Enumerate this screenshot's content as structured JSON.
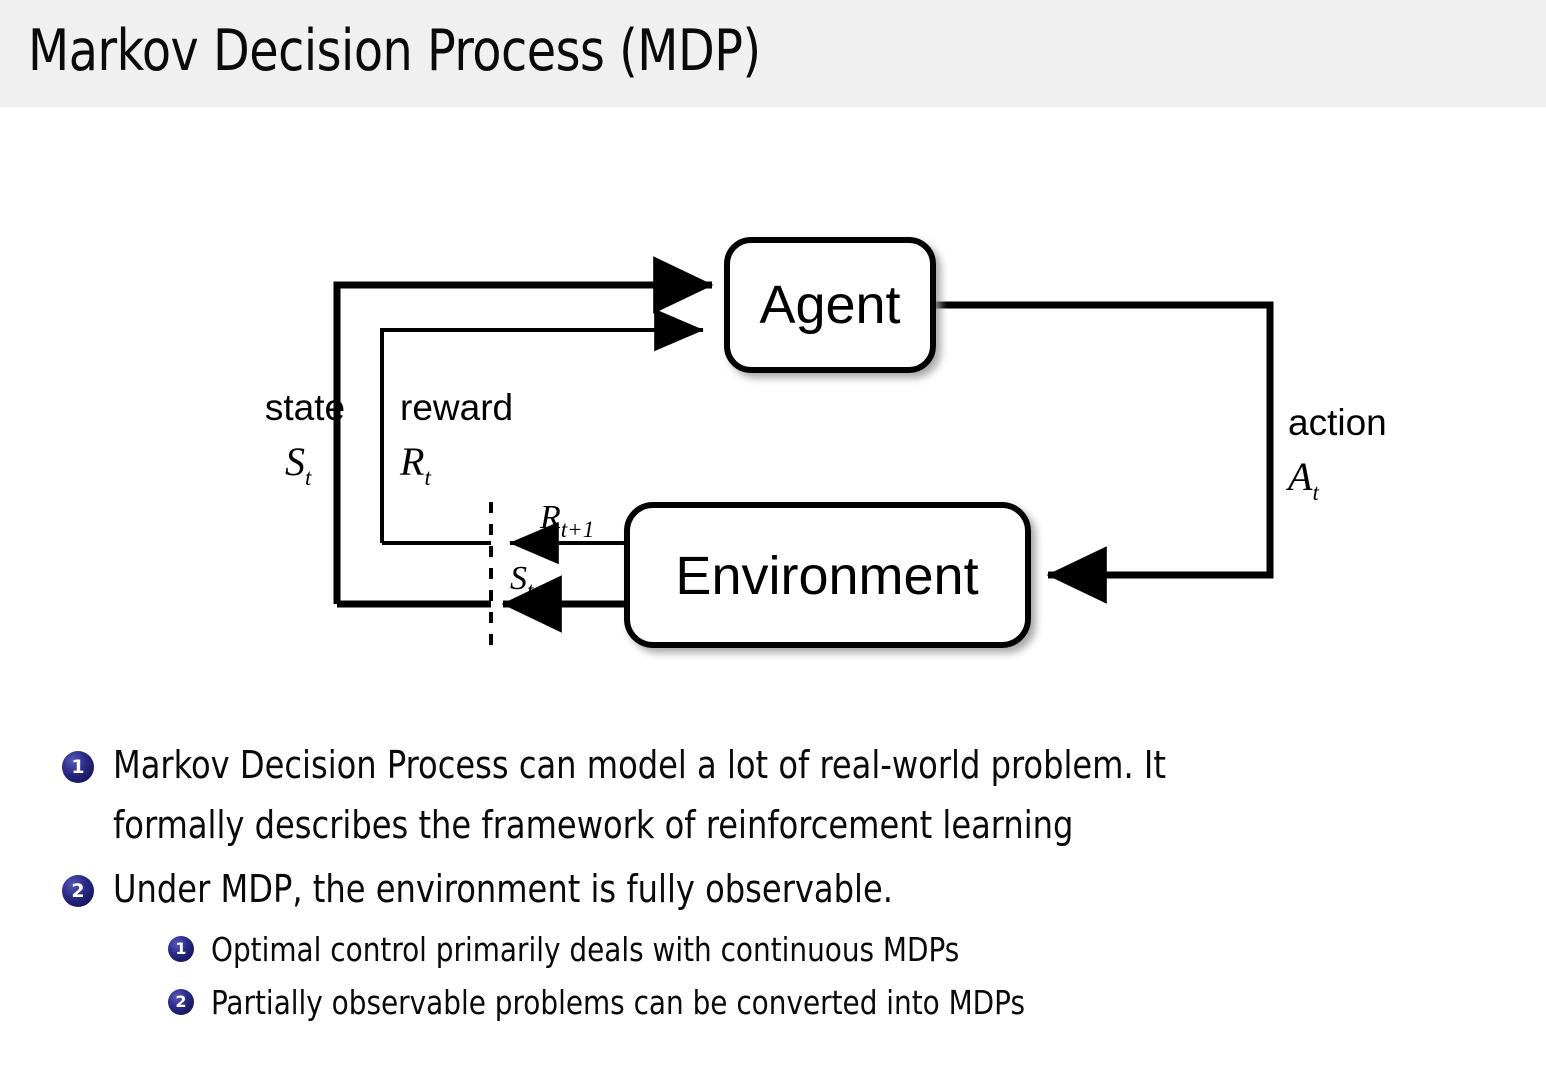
{
  "header": {
    "title": "Markov Decision Process (MDP)",
    "background_color": "#f0f0f0",
    "title_color": "#0a0a0a"
  },
  "diagram": {
    "name": "agent-environment-interaction-loop",
    "nodes": [
      {
        "id": "agent",
        "label": "Agent"
      },
      {
        "id": "environment",
        "label": "Environment"
      }
    ],
    "edges": [
      {
        "id": "state-loop",
        "word": "state",
        "symbol": "S",
        "symbol_subscript": "t",
        "from": "environment",
        "to": "agent",
        "style": "thick"
      },
      {
        "id": "reward-loop",
        "word": "reward",
        "symbol": "R",
        "symbol_subscript": "t",
        "from": "environment",
        "to": "agent",
        "style": "thin"
      },
      {
        "id": "action-loop",
        "word": "action",
        "symbol": "A",
        "symbol_subscript": "t",
        "from": "agent",
        "to": "environment",
        "style": "thick"
      },
      {
        "id": "reward-next",
        "symbol": "R",
        "symbol_subscript": "t+1",
        "from": "environment",
        "style": "thin"
      },
      {
        "id": "state-next",
        "symbol": "S",
        "symbol_subscript": "t+1",
        "from": "environment",
        "style": "thick"
      }
    ],
    "time_separator": "dashed-vertical-line",
    "stroke_color": "#000000",
    "box_fill": "#ffffff"
  },
  "bullets": [
    {
      "marker": "1",
      "level": 1,
      "line1": "Markov Decision Process can model a lot of real-world problem. It",
      "line2": "formally describes the framework of reinforcement learning"
    },
    {
      "marker": "2",
      "level": 1,
      "line1": "Under MDP, the environment is fully observable.",
      "line2": ""
    },
    {
      "marker": "1",
      "level": 2,
      "line1": "Optimal control primarily deals with continuous MDPs",
      "line2": ""
    },
    {
      "marker": "2",
      "level": 2,
      "line1": "Partially observable problems can be converted into MDPs",
      "line2": ""
    }
  ],
  "colors": {
    "badge_dark": "#16165e",
    "badge_light": "#5757b8",
    "text": "#0a0a0a",
    "page_background": "#ffffff"
  }
}
